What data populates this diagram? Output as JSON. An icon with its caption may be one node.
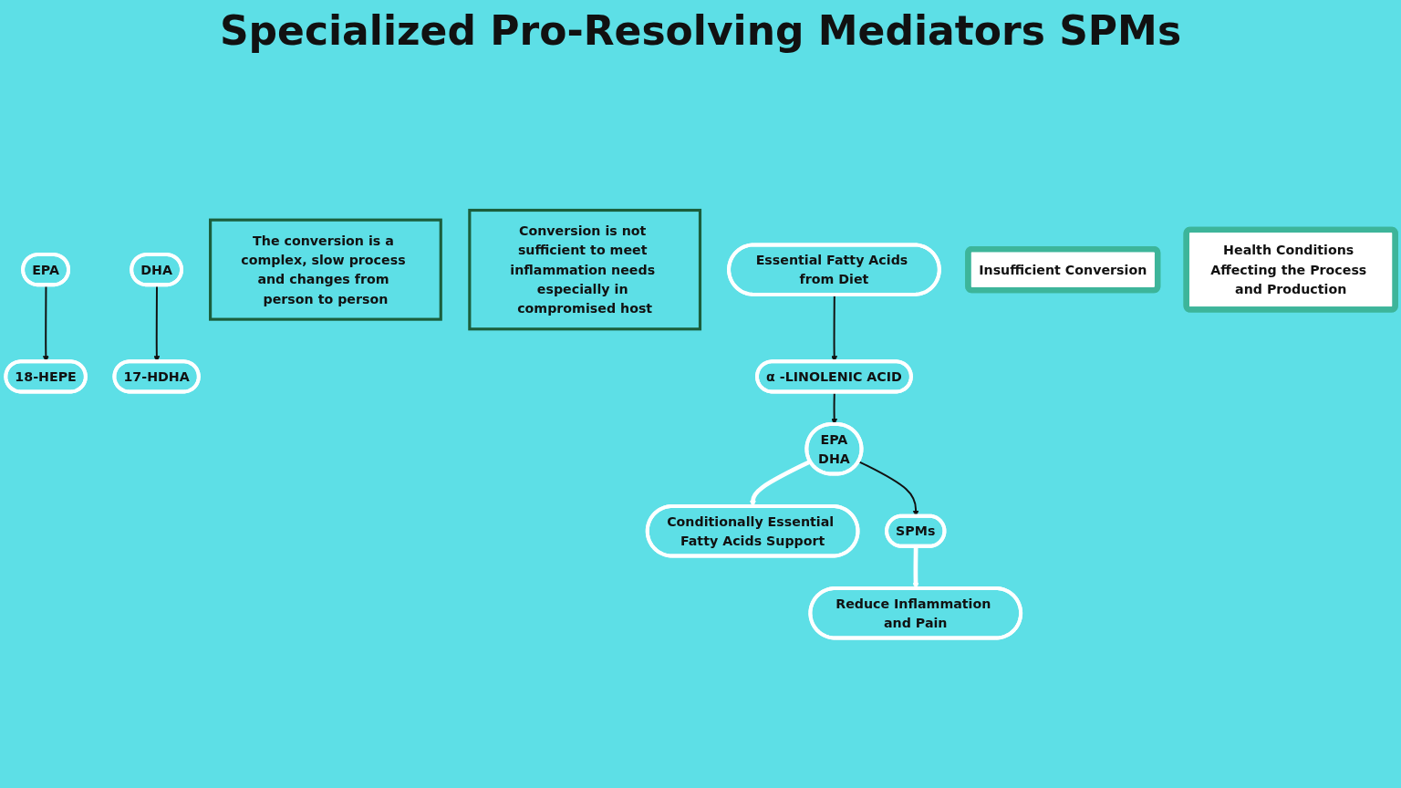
{
  "diagram": {
    "title": "Specialized Pro-Resolving Mediators SPMs",
    "nodes": [
      {
        "text": [
          "EPA"
        ]
      },
      {
        "text": [
          "DHA"
        ]
      },
      {
        "text": [
          "18-HEPE"
        ]
      },
      {
        "text": [
          "17-HDHA"
        ]
      },
      {
        "text": [
          "The conversion is a complex, slow process and changes from person to person"
        ]
      },
      {
        "text": [
          "Conversion is not sufficient to meet inflammation needs especially in compromised host"
        ]
      },
      {
        "text": [
          "α -LINOLENIC ACID"
        ]
      },
      {
        "text": [
          "Essential Fatty Acids from Diet"
        ]
      },
      {
        "text": [
          "Insufficient Conversion"
        ]
      },
      {
        "text": [
          "EPA",
          "DHA"
        ]
      },
      {
        "text": [
          "Conditionally Essential Fatty Acids Support"
        ]
      },
      {
        "text": [
          "Health Conditions Affecting the Process and Production"
        ]
      },
      {
        "text": [
          "SPMs"
        ]
      },
      {
        "text": [
          "Reduce Inflammation and Pain"
        ]
      }
    ],
    "edges": [
      {
        "from": 0,
        "to": 2,
        "arrow": "to"
      },
      {
        "from": 1,
        "to": 3,
        "arrow": "to"
      },
      {
        "from": 7,
        "to": 6,
        "arrow": "to"
      },
      {
        "from": 6,
        "to": 9,
        "arrow": "to"
      },
      {
        "from": 9,
        "to": 10,
        "arrow": "to",
        "style": "thick",
        "color": "#ffffff"
      },
      {
        "from": 9,
        "to": 12,
        "arrow": "to"
      },
      {
        "from": 12,
        "to": 13,
        "arrow": "to",
        "style": "thick",
        "color": "#ffffff"
      }
    ]
  }
}
